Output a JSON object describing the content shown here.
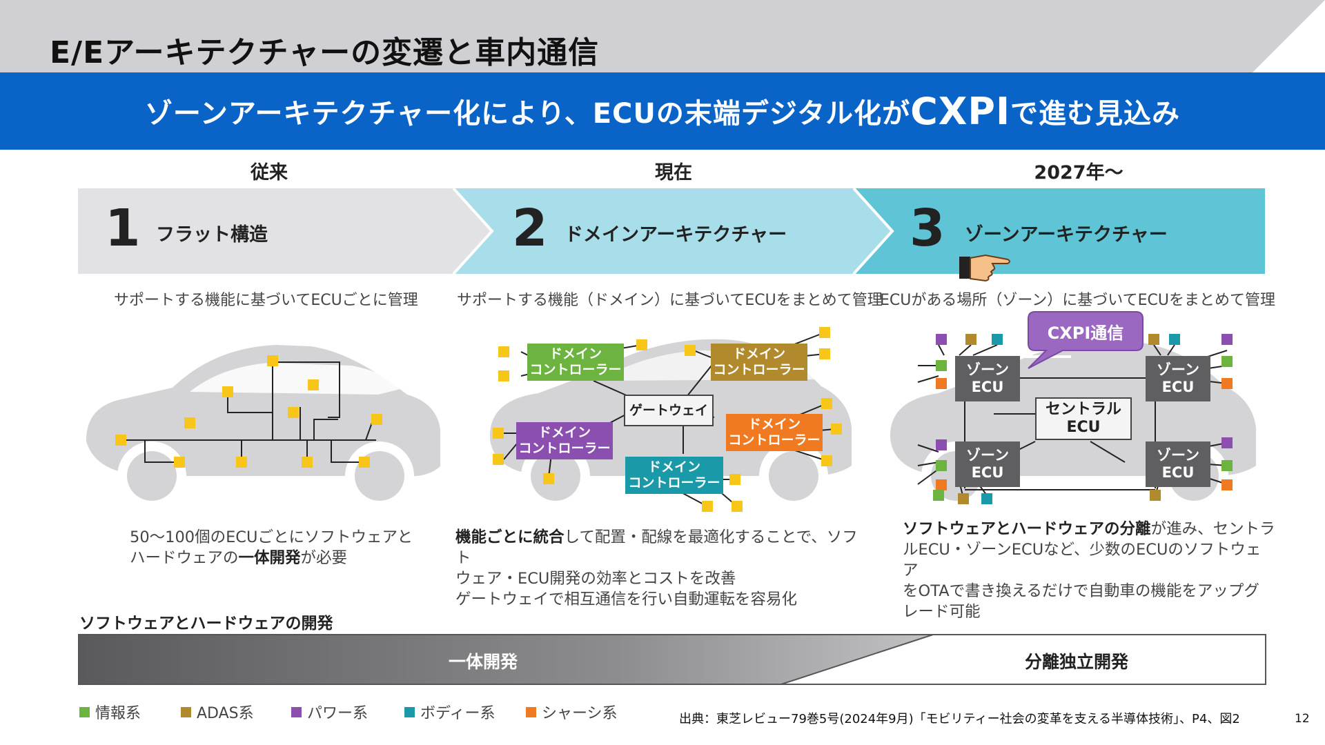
{
  "slide": {
    "title": "E/Eアーキテクチャーの変遷と車内通信",
    "headline_pre": "ゾーンアーキテクチャー化により、ECUの末端デジタル化が",
    "headline_emph": "CXPI",
    "headline_post": "で進む見込み",
    "page_number": "12",
    "source": "出典：東芝レビュー79巻5号(2024年9月)「モビリティー社会の変革を支える半導体技術」、P4、図2"
  },
  "eras": [
    "従来",
    "現在",
    "2027年〜"
  ],
  "stages": [
    {
      "number": "1",
      "title": "フラット構造",
      "description": "サポートする機能に基づいてECUごとに管理"
    },
    {
      "number": "2",
      "title": "ドメインアーキテクチャー",
      "description": "サポートする機能（ドメイン）に基づいてECUをまとめて管理"
    },
    {
      "number": "3",
      "title": "ゾーンアーキテクチャー",
      "description": "ECUがある場所（ゾーン）に基づいてECUをまとめて管理"
    }
  ],
  "stage1_caption": {
    "line1": "50〜100個のECUごとにソフトウェアと",
    "line2_pre": "ハードウェアの",
    "line2_bold": "一体開発",
    "line2_post": "が必要"
  },
  "stage2_caption": {
    "line1_bold": "機能ごとに統合",
    "line1_post": "して配置・配線を最適化することで、ソフト",
    "line2": "ウェア・ECU開発の効率とコストを改善",
    "line3": "ゲートウェイで相互通信を行い自動運転を容易化"
  },
  "stage3_caption": {
    "line1_bold": "ソフトウェアとハードウェアの分離",
    "line1_post": "が進み、セントラ",
    "line2": "ルECU・ゾーンECUなど、少数のECUのソフトウェア",
    "line3": "をOTAで書き換えるだけで自動車の機能をアップグ",
    "line4": "レード可能"
  },
  "domain_diagram": {
    "controller_label": "ドメイン\nコントローラー",
    "gateway_label": "ゲートウェイ"
  },
  "zone_diagram": {
    "zone_ecu_label": "ゾーン\nECU",
    "central_ecu_label": "セントラル\nECU",
    "callout": "CXPI通信"
  },
  "development": {
    "heading": "ソフトウェアとハードウェアの開発",
    "integrated": "一体開発",
    "separated": "分離独立開発"
  },
  "legend": [
    {
      "label": "情報系",
      "color": "#6cb33f"
    },
    {
      "label": "ADAS系",
      "color": "#b28a2e"
    },
    {
      "label": "パワー系",
      "color": "#8b4fb0"
    },
    {
      "label": "ボディー系",
      "color": "#1a9aa8"
    },
    {
      "label": "シャーシ系",
      "color": "#ef7a22"
    }
  ],
  "colors": {
    "ecu_yellow": "#f7c619",
    "banner_blue": "#0a64c8",
    "callout_purple": "#9a68c0"
  },
  "icons": {
    "pointer": "pointing-hand-icon"
  }
}
